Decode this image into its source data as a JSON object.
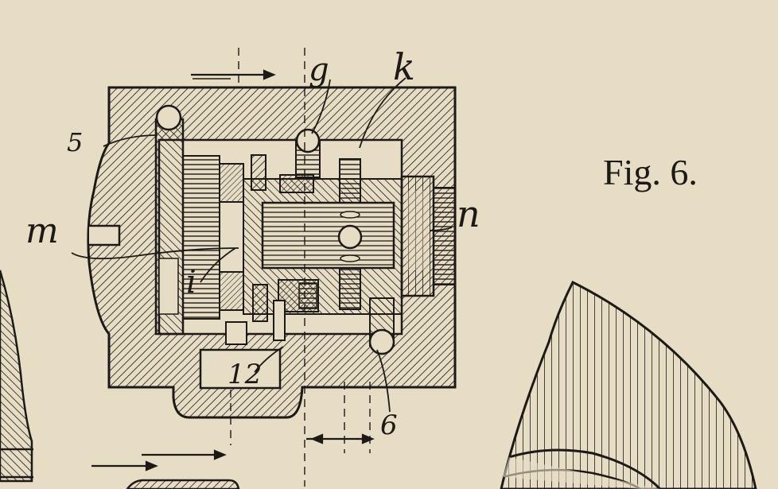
{
  "figure": {
    "caption": "Fig. 6.",
    "labels": {
      "five": "5",
      "g": "g",
      "k": "k",
      "m": "m",
      "n": "n",
      "i": "i",
      "twelve": "12",
      "six": "6"
    }
  },
  "colors": {
    "paper": "#e7dcc4",
    "ink": "#1c1a16"
  }
}
